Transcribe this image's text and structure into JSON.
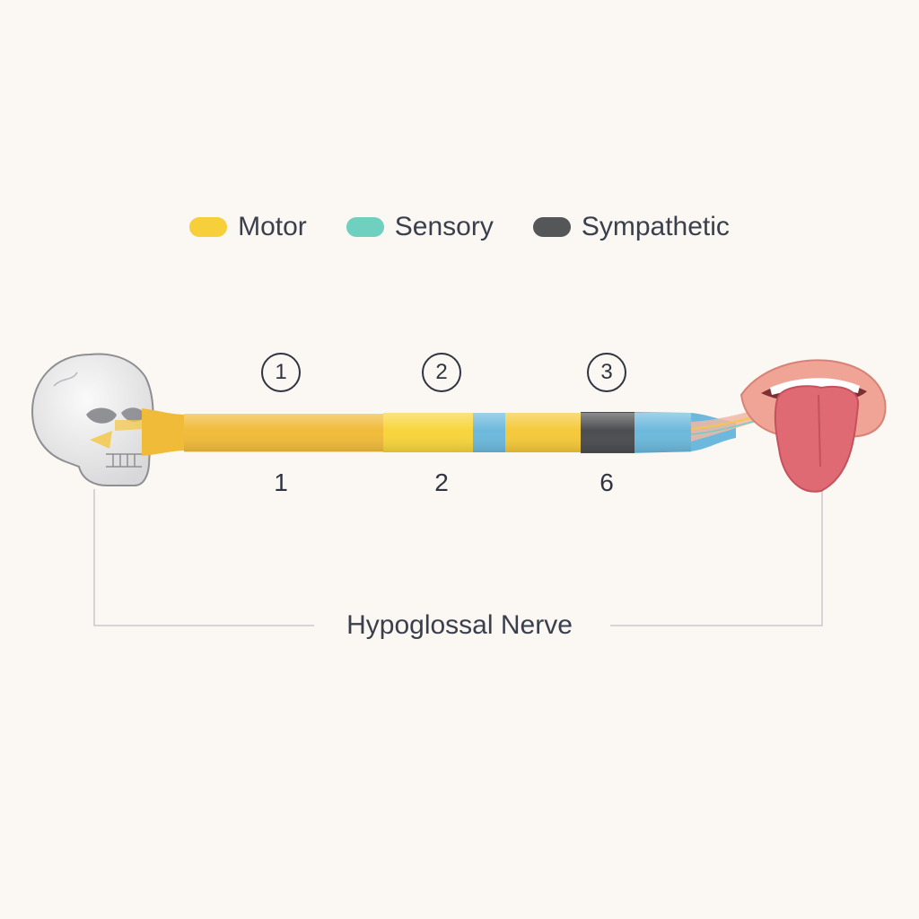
{
  "legend": [
    {
      "label": "Motor",
      "color": "#f6cf3b"
    },
    {
      "label": "Sensory",
      "color": "#6fd0c0"
    },
    {
      "label": "Sympathetic",
      "color": "#555658"
    }
  ],
  "markers": [
    "1",
    "2",
    "3"
  ],
  "values": [
    "1",
    "2",
    "6"
  ],
  "title": "Hypoglossal Nerve",
  "colors": {
    "nerve_orange": "#f1bb3a",
    "nerve_yellow": "#f8d53c",
    "nerve_blue": "#6cb9dd",
    "nerve_dark": "#4c4d50",
    "skull": "#e9e9ea",
    "tongue": "#e06a73",
    "lips": "#f0a496"
  },
  "icons": [
    "skull-icon",
    "tongue-icon"
  ]
}
